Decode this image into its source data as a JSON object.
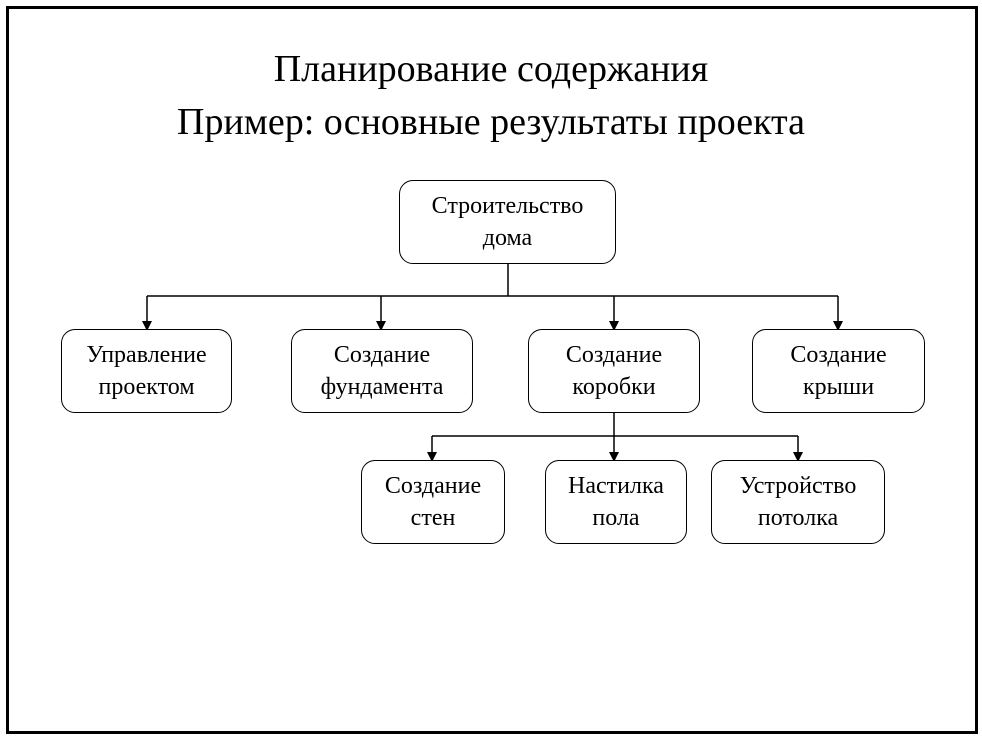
{
  "title": {
    "line1": "Планирование содержания",
    "line2": "Пример: основные результаты проекта"
  },
  "nodes": {
    "root": {
      "line1": "Строительство",
      "line2": "дома"
    },
    "project_management": {
      "line1": "Управление",
      "line2": "проектом"
    },
    "foundation": {
      "line1": "Создание",
      "line2": "фундамента"
    },
    "frame": {
      "line1": "Создание",
      "line2": "коробки"
    },
    "roof": {
      "line1": "Создание",
      "line2": "крыши"
    },
    "walls": {
      "line1": "Создание",
      "line2": "стен"
    },
    "floor": {
      "line1": "Настилка",
      "line2": "пола"
    },
    "ceiling": {
      "line1": "Устройство",
      "line2": "потолка"
    }
  }
}
